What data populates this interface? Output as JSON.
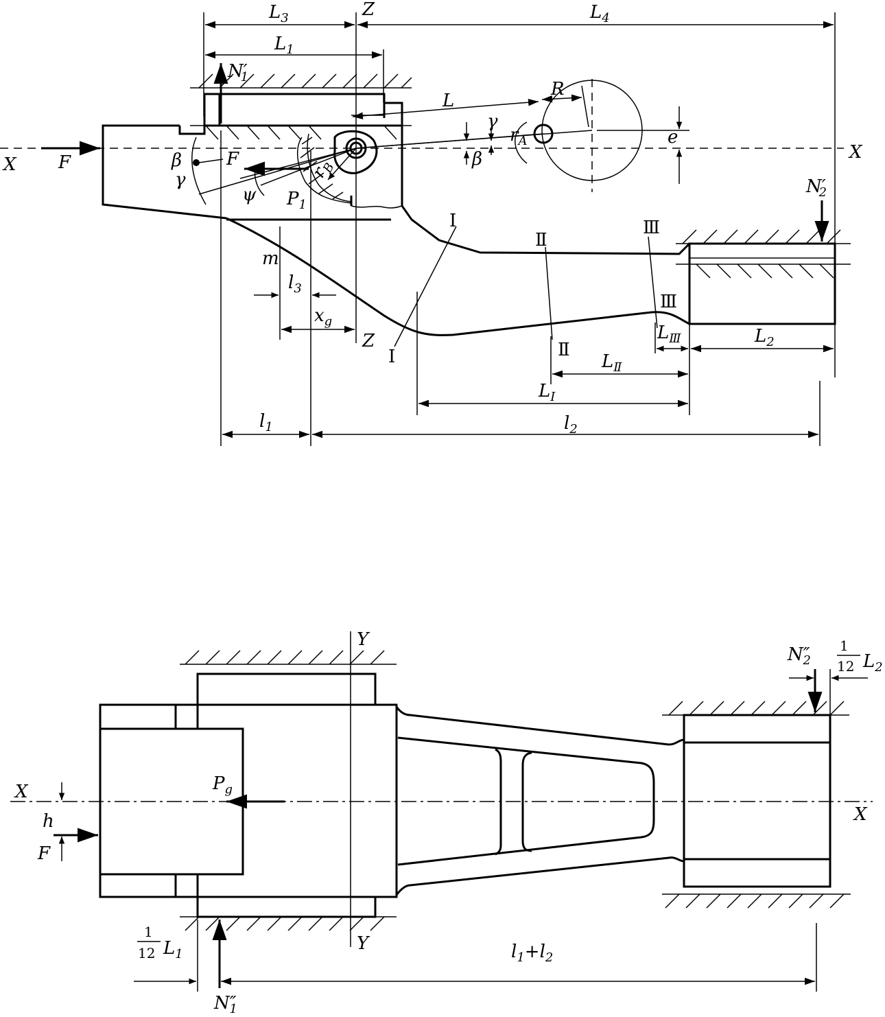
{
  "figure": {
    "top_view": {
      "dim_L3": "L",
      "dim_L3_sub": "3",
      "dim_L4": "L",
      "dim_L4_sub": "4",
      "dim_L1": "L",
      "dim_L1_sub": "1",
      "axis_Z_top": "Z",
      "axis_Z_bottom": "Z",
      "axis_X_left": "X",
      "axis_X_right": "X",
      "force_F_left": "F",
      "force_F_inner": "F",
      "N1_prime": "N",
      "N1_prime_sub": "1",
      "N1_prime_mark": "′",
      "N2_prime": "N",
      "N2_prime_sub": "2",
      "N2_prime_mark": "′",
      "label_L": "L",
      "label_R": "R",
      "label_e": "e",
      "label_rA": "r",
      "label_rA_sub": "A",
      "label_rB": "r",
      "label_rB_sub": "B",
      "gamma": "γ",
      "beta": "β",
      "psi": "ψ",
      "P1": "P",
      "P1_sub": "1",
      "m": "m",
      "l3": "l",
      "l3_sub": "3",
      "xg": "x",
      "xg_sub": "g",
      "sec_I": "Ⅰ",
      "sec_II": "Ⅱ",
      "sec_III": "Ⅲ",
      "LI": "L",
      "LI_sub": "Ⅰ",
      "LII": "L",
      "LII_sub": "Ⅱ",
      "LIII": "L",
      "LIII_sub": "Ⅲ",
      "L2": "L",
      "L2_sub": "2",
      "l1": "l",
      "l1_sub": "1",
      "l2": "l",
      "l2_sub": "2"
    },
    "side_view": {
      "axis_Y_top": "Y",
      "axis_Y_bottom": "Y",
      "axis_X_left": "X",
      "axis_X_right": "X",
      "Pg": "P",
      "Pg_sub": "g",
      "h": "h",
      "F": "F",
      "N2_dprime": "N",
      "N2_dprime_sub": "2",
      "N2_dprime_mark": "″",
      "frac_num": "1",
      "frac_den": "12",
      "L2": "L",
      "L2_sub": "2",
      "L1": "L",
      "L1_sub": "1",
      "N1_dprime": "N",
      "N1_dprime_sub": "1",
      "N1_dprime_mark": "″",
      "l1_plus_l2": "l",
      "l1_plus_l2_sub1": "1",
      "l1_plus_l2_plus": "+",
      "l1_plus_l2_l": "l",
      "l1_plus_l2_sub2": "2"
    }
  }
}
